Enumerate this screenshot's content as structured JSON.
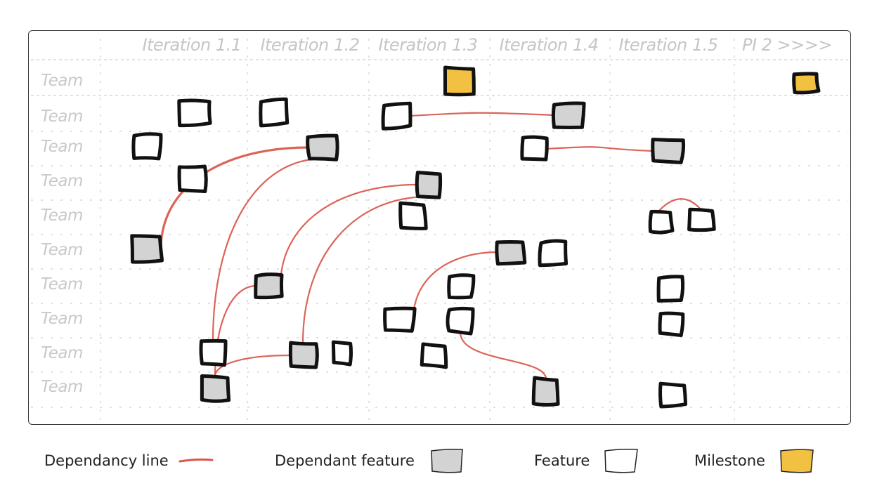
{
  "header": {
    "columns": [
      "Iteration 1.1",
      "Iteration 1.2",
      "Iteration 1.3",
      "Iteration 1.4",
      "Iteration 1.5",
      "PI 2 >>>>"
    ]
  },
  "rows": [
    "Team",
    "Team",
    "Team",
    "Team",
    "Team",
    "Team",
    "Team",
    "Team",
    "Team",
    "Team"
  ],
  "colors": {
    "dependency_line": "#d9574b",
    "dependant_feature": "#d3d3d3",
    "feature": "#ffffff",
    "milestone": "#f2c141",
    "outline": "#111111",
    "grid": "#cfcfcf",
    "header_text": "#c6c6c6"
  },
  "items": [
    {
      "id": "m1",
      "type": "milestone",
      "column": "Iteration 1.3",
      "row": 1
    },
    {
      "id": "m2",
      "type": "milestone",
      "column": "PI 2 >>>>",
      "row": 1
    },
    {
      "id": "a1",
      "type": "feature",
      "column": "Iteration 1.1",
      "row": 2
    },
    {
      "id": "a2",
      "type": "feature",
      "column": "Iteration 1.2",
      "row": 2
    },
    {
      "id": "a3",
      "type": "feature",
      "column": "Iteration 1.3",
      "row": 2
    },
    {
      "id": "a4",
      "type": "dependant",
      "column": "Iteration 1.4",
      "row": 2
    },
    {
      "id": "b1",
      "type": "feature",
      "column": "Iteration 1.1",
      "row": 3
    },
    {
      "id": "b2",
      "type": "dependant",
      "column": "Iteration 1.2",
      "row": 3
    },
    {
      "id": "b3",
      "type": "feature",
      "column": "Iteration 1.4",
      "row": 3
    },
    {
      "id": "b4",
      "type": "dependant",
      "column": "Iteration 1.5",
      "row": 3
    },
    {
      "id": "c1",
      "type": "feature",
      "column": "Iteration 1.1",
      "row": 4
    },
    {
      "id": "c2",
      "type": "dependant",
      "column": "Iteration 1.3",
      "row": 4
    },
    {
      "id": "d1",
      "type": "feature",
      "column": "Iteration 1.3",
      "row": 5
    },
    {
      "id": "d2",
      "type": "feature",
      "column": "Iteration 1.5",
      "row": 5
    },
    {
      "id": "d3",
      "type": "feature",
      "column": "Iteration 1.5",
      "row": 5
    },
    {
      "id": "e1",
      "type": "dependant",
      "column": "Iteration 1.1",
      "row": 6
    },
    {
      "id": "e2",
      "type": "dependant",
      "column": "Iteration 1.4",
      "row": 6
    },
    {
      "id": "e3",
      "type": "feature",
      "column": "Iteration 1.4",
      "row": 6
    },
    {
      "id": "f1",
      "type": "dependant",
      "column": "Iteration 1.2",
      "row": 7
    },
    {
      "id": "f2",
      "type": "feature",
      "column": "Iteration 1.3",
      "row": 7
    },
    {
      "id": "f3",
      "type": "feature",
      "column": "Iteration 1.5",
      "row": 7
    },
    {
      "id": "g1",
      "type": "feature",
      "column": "Iteration 1.3",
      "row": 8
    },
    {
      "id": "g2",
      "type": "feature",
      "column": "Iteration 1.3",
      "row": 8
    },
    {
      "id": "g3",
      "type": "feature",
      "column": "Iteration 1.5",
      "row": 8
    },
    {
      "id": "h1",
      "type": "feature",
      "column": "Iteration 1.1",
      "row": 9
    },
    {
      "id": "h2",
      "type": "dependant",
      "column": "Iteration 1.2",
      "row": 9
    },
    {
      "id": "h3",
      "type": "feature",
      "column": "Iteration 1.2",
      "row": 9
    },
    {
      "id": "h4",
      "type": "feature",
      "column": "Iteration 1.3",
      "row": 9
    },
    {
      "id": "i1",
      "type": "dependant",
      "column": "Iteration 1.1",
      "row": 10
    },
    {
      "id": "i2",
      "type": "dependant",
      "column": "Iteration 1.4",
      "row": 10
    },
    {
      "id": "i3",
      "type": "feature",
      "column": "Iteration 1.5",
      "row": 10
    }
  ],
  "dependencies": [
    {
      "from": "a3",
      "to": "a4"
    },
    {
      "from": "b3",
      "to": "b4"
    },
    {
      "from": "e1",
      "to": "b2"
    },
    {
      "from": "h1",
      "to": "b2"
    },
    {
      "from": "f1",
      "to": "c2"
    },
    {
      "from": "h2",
      "to": "c2"
    },
    {
      "from": "i1",
      "to": "f1"
    },
    {
      "from": "i1",
      "to": "h2"
    },
    {
      "from": "g1",
      "to": "e2"
    },
    {
      "from": "g2",
      "to": "i2"
    },
    {
      "from": "d2",
      "to": "d3"
    }
  ],
  "legend": [
    {
      "label": "Dependancy line",
      "kind": "line"
    },
    {
      "label": "Dependant feature",
      "kind": "dependant"
    },
    {
      "label": "Feature",
      "kind": "feature"
    },
    {
      "label": "Milestone",
      "kind": "milestone"
    }
  ]
}
